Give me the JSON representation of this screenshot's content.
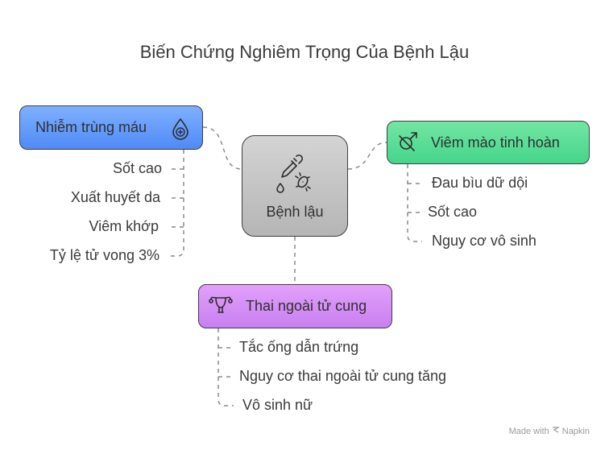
{
  "title": "Biến Chứng Nghiêm Trọng Của Bệnh Lậu",
  "center": {
    "label": "Bệnh lậu",
    "icon": "dropper-bacteria-icon"
  },
  "branches": {
    "sepsis": {
      "label": "Nhiễm trùng máu",
      "icon": "blood-drop-plus-icon",
      "color": "#5b93f8",
      "items": [
        "Sốt cao",
        "Xuất huyết da",
        "Viêm khớp",
        "Tỷ lệ tử vong 3%"
      ]
    },
    "epididymitis": {
      "label": "Viêm mào tinh hoàn",
      "icon": "male-crossed-icon",
      "color": "#52d993",
      "items": [
        "Đau bìu dữ dội",
        "Sốt cao",
        "Nguy cơ vô sinh"
      ]
    },
    "ectopic": {
      "label": "Thai ngoài tử cung",
      "icon": "uterus-icon",
      "color": "#d18cf6",
      "items": [
        "Tắc ống dẫn trứng",
        "Nguy cơ thai ngoài tử cung tăng",
        "Vô sinh nữ"
      ]
    }
  },
  "footer": {
    "made_with": "Made with",
    "brand": "Napkin"
  }
}
